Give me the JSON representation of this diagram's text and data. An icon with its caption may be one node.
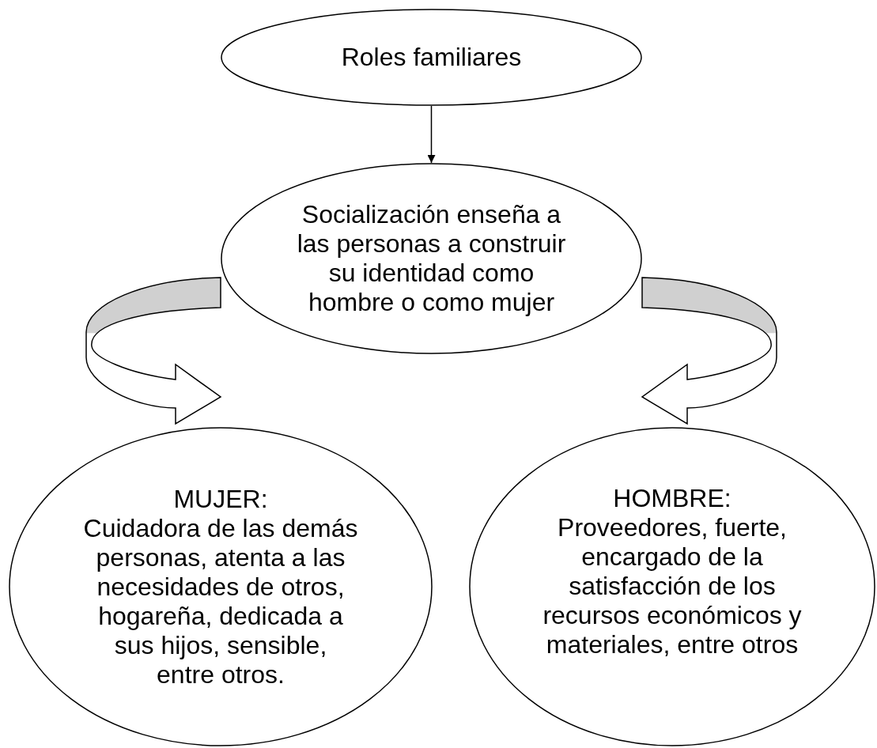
{
  "diagram": {
    "nodes": [
      {
        "text": [
          "Roles familiares"
        ]
      },
      {
        "text": [
          "Socialización enseña a las personas a construir su identidad como hombre o como mujer"
        ]
      },
      {
        "text": [
          "MUJER:",
          "Cuidadora de las demás personas, atenta a las necesidades de otros, hogareña, dedicada a sus hijos, sensible, entre otros."
        ]
      },
      {
        "text": [
          "HOMBRE:",
          "Proveedores, fuerte, encargado de la satisfacción de los recursos económicos y materiales, entre otros"
        ]
      }
    ],
    "edges": [
      {
        "from": 0,
        "to": 1,
        "arrow": "to"
      },
      {
        "from": 1,
        "to": 2,
        "arrow": "to",
        "style": "thick"
      },
      {
        "from": 1,
        "to": 3,
        "arrow": "to",
        "style": "thick"
      }
    ]
  }
}
